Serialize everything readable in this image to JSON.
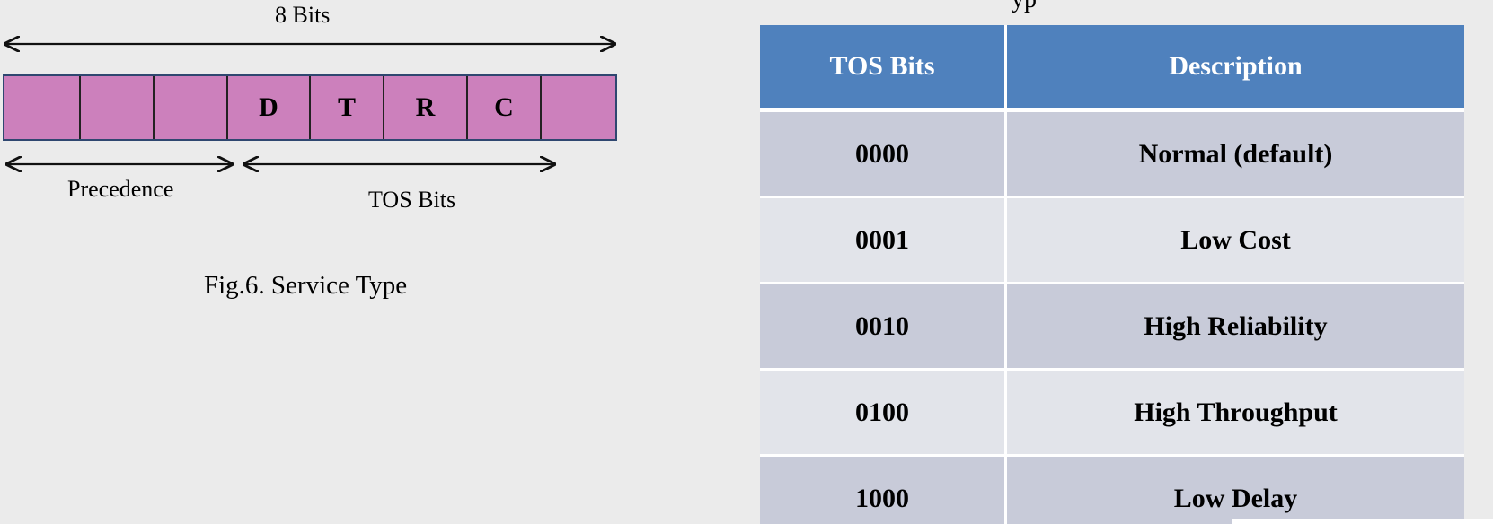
{
  "diagram": {
    "width_label": "8 Bits",
    "bits": [
      "",
      "",
      "",
      "D",
      "T",
      "R",
      "C",
      ""
    ],
    "precedence_label": "Precedence",
    "tos_label": "TOS Bits",
    "caption": "Fig.6. Service Type",
    "colors": {
      "cell_fill": "#cc80bc",
      "cell_border": "#2f4770"
    }
  },
  "table": {
    "partial_heading": "yp",
    "headers": [
      "TOS Bits",
      "Description"
    ],
    "rows": [
      [
        "0000",
        "Normal (default)"
      ],
      [
        "0001",
        "Low Cost"
      ],
      [
        "0010",
        "High Reliability"
      ],
      [
        "0100",
        "High Throughput"
      ],
      [
        "1000",
        "Low Delay"
      ]
    ],
    "colors": {
      "header": "#4f81bd",
      "row_dark": "#c8cbd9",
      "row_light": "#e2e4ea"
    }
  }
}
